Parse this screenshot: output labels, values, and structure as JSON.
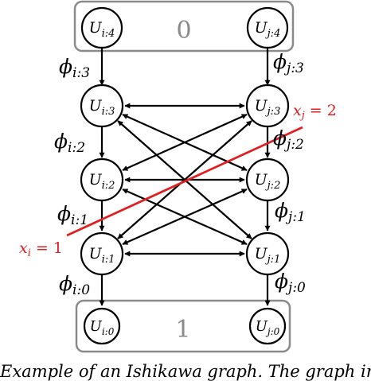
{
  "groups": [
    {
      "label": "0",
      "color": "#8a8a8a"
    },
    {
      "label": "1",
      "color": "#8a8a8a"
    }
  ],
  "nodes": {
    "i4": {
      "base": "U",
      "sub": "i:4"
    },
    "j4": {
      "base": "U",
      "sub": "j:4"
    },
    "i3": {
      "base": "U",
      "sub": "i:3"
    },
    "j3": {
      "base": "U",
      "sub": "j:3"
    },
    "i2": {
      "base": "U",
      "sub": "i:2"
    },
    "j2": {
      "base": "U",
      "sub": "j:2"
    },
    "i1": {
      "base": "U",
      "sub": "i:1"
    },
    "j1": {
      "base": "U",
      "sub": "j:1"
    },
    "i0": {
      "base": "U",
      "sub": "i:0"
    },
    "j0": {
      "base": "U",
      "sub": "j:0"
    }
  },
  "edge_labels": {
    "phi_i3": {
      "base": "ϕ",
      "sub": "i:3"
    },
    "phi_i2": {
      "base": "ϕ",
      "sub": "i:2"
    },
    "phi_i1": {
      "base": "ϕ",
      "sub": "i:1"
    },
    "phi_i0": {
      "base": "ϕ",
      "sub": "i:0"
    },
    "phi_j3": {
      "base": "ϕ",
      "sub": "j:3"
    },
    "phi_j2": {
      "base": "ϕ",
      "sub": "j:2"
    },
    "phi_j1": {
      "base": "ϕ",
      "sub": "j:1"
    },
    "phi_j0": {
      "base": "ϕ",
      "sub": "j:0"
    }
  },
  "cut": {
    "color": "#e02020",
    "xj": {
      "var": "x",
      "sub": "j",
      "rest": " = 2"
    },
    "xi": {
      "var": "x",
      "sub": "i",
      "rest": " = 1"
    }
  },
  "caption": "Example of an Ishikawa graph. The graph incorporates"
}
